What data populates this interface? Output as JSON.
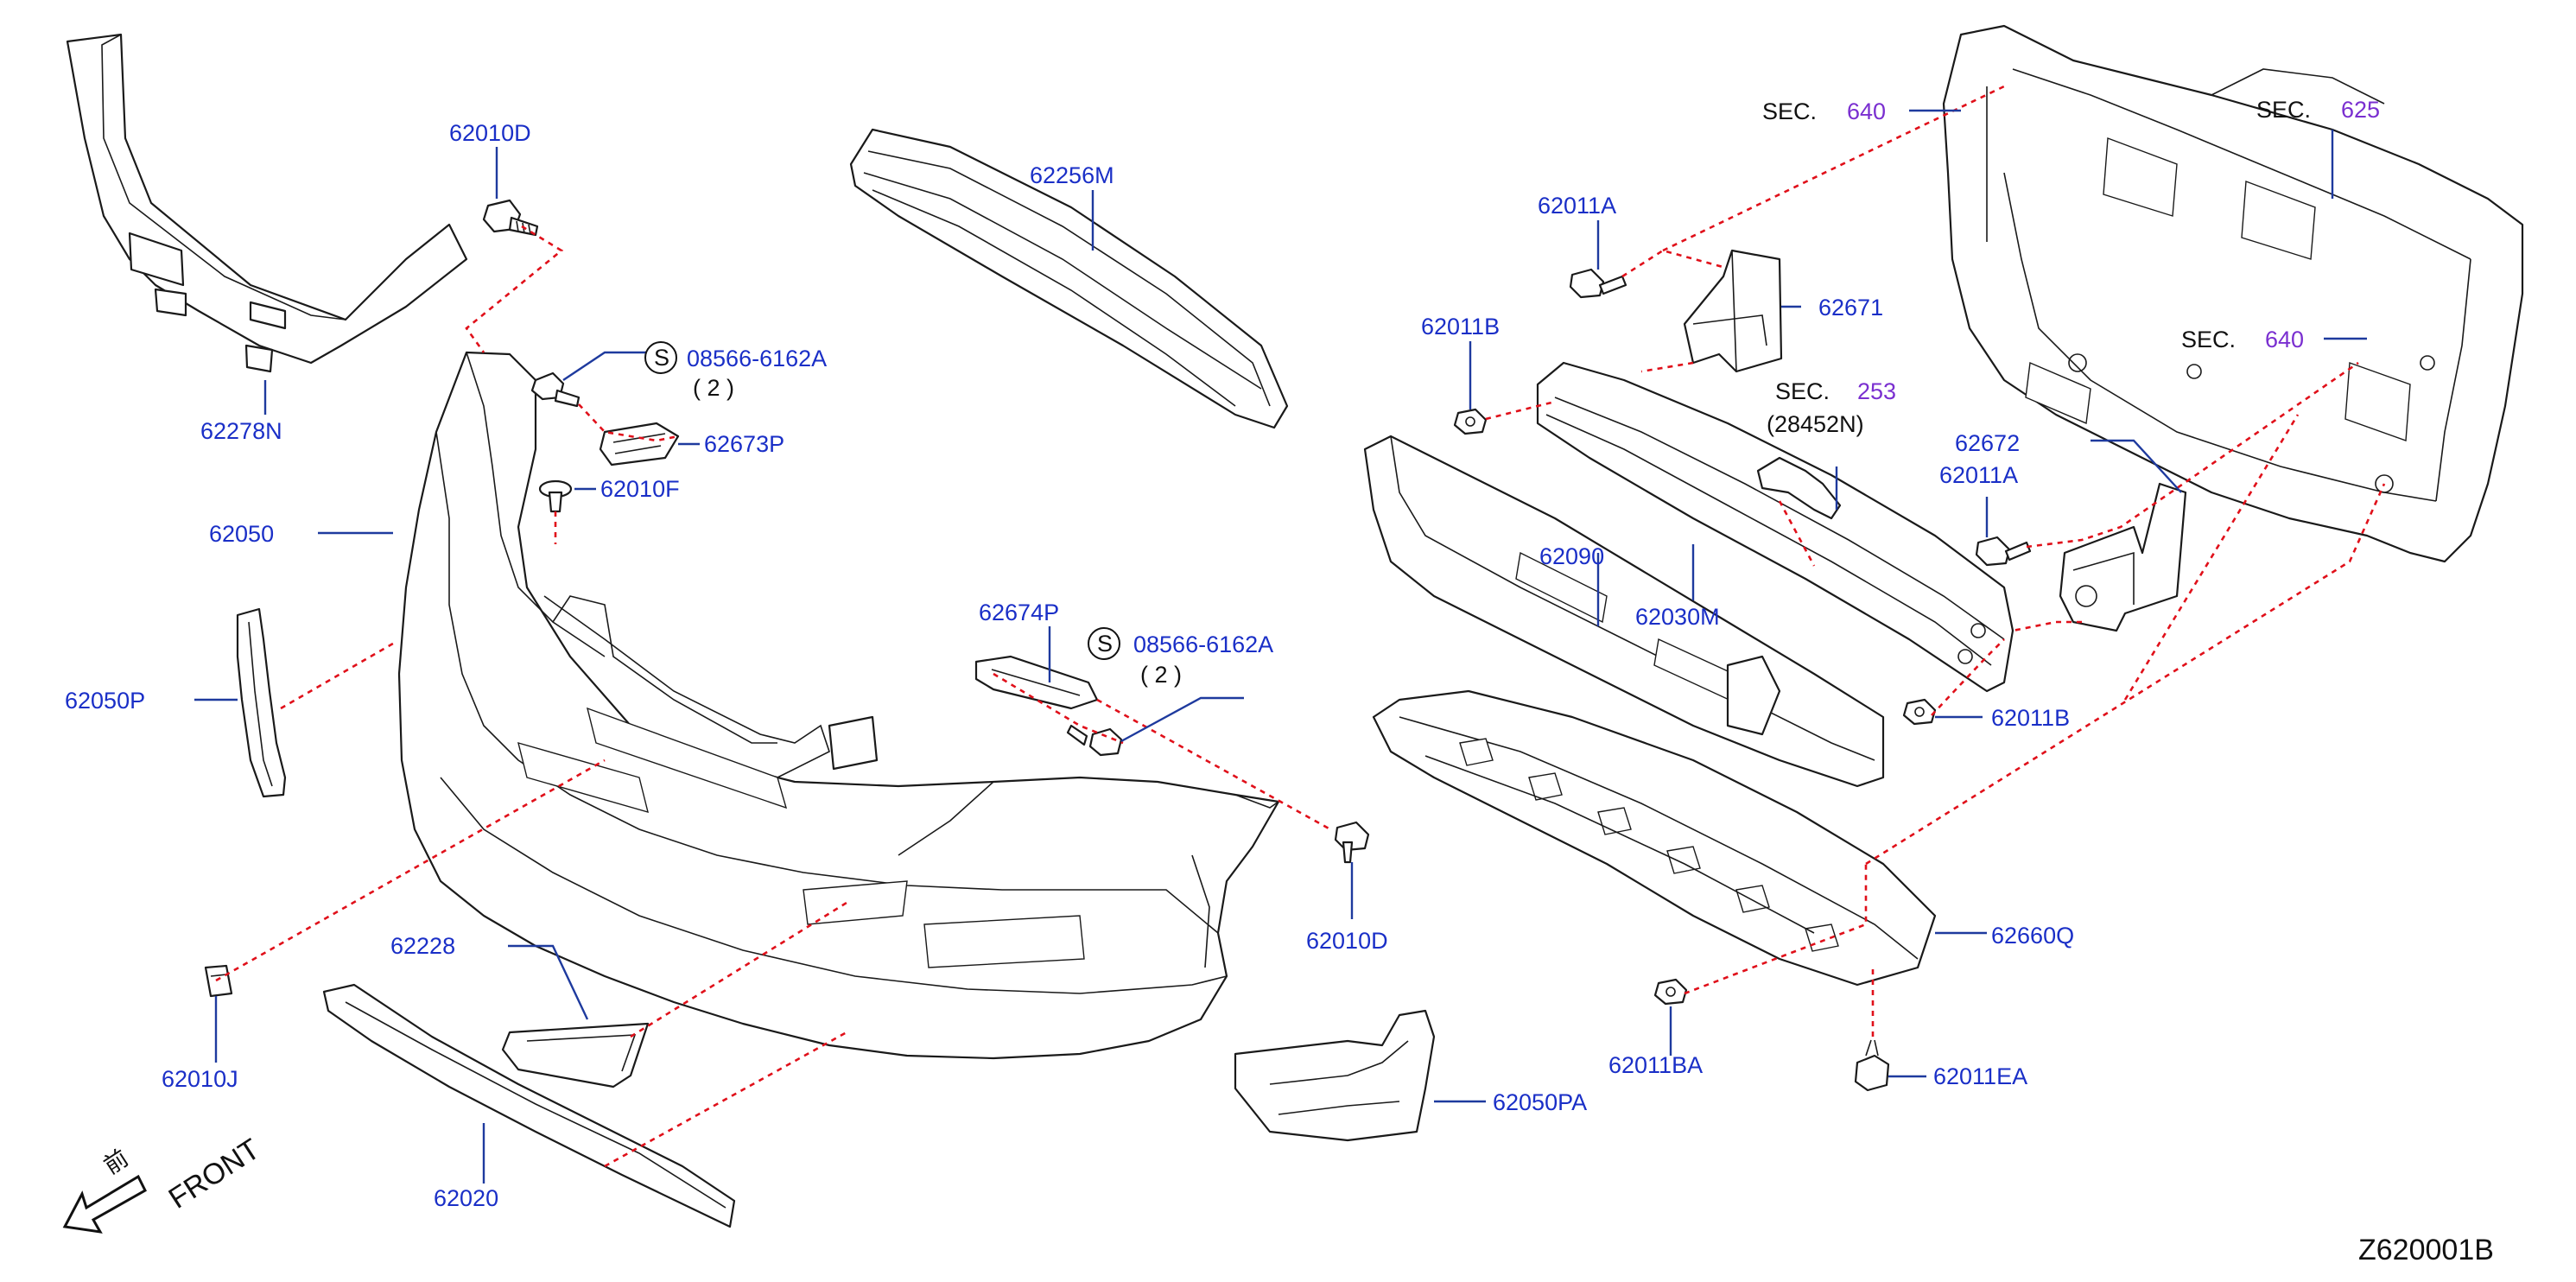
{
  "diagram_id": "Z620001B",
  "front_label": "FRONT",
  "front_kanji": "前",
  "s_symbol": "S",
  "parts": {
    "p62010D_top": "62010D",
    "p62278N": "62278N",
    "p08566_a": "08566-6162A",
    "p08566_a_qty": "( 2 )",
    "p62673P": "62673P",
    "p62010F": "62010F",
    "p62050": "62050",
    "p62050P": "62050P",
    "p62256M": "62256M",
    "p62674P": "62674P",
    "p08566_b": "08566-6162A",
    "p08566_b_qty": "( 2 )",
    "p62010D_bottom": "62010D",
    "p62228": "62228",
    "p62010J": "62010J",
    "p62020": "62020",
    "p62050PA": "62050PA",
    "p62011A_top": "62011A",
    "p62671": "62671",
    "p62011B_top": "62011B",
    "p62090": "62090",
    "p62030M": "62030M",
    "p62672": "62672",
    "p62011A_right": "62011A",
    "p62011B_right": "62011B",
    "p62660Q": "62660Q",
    "p62011BA": "62011BA",
    "p62011EA": "62011EA",
    "p28452N": "(28452N)"
  },
  "sections": {
    "sec640_top": {
      "prefix": "SEC.",
      "number": "640"
    },
    "sec625": {
      "prefix": "SEC.",
      "number": "625"
    },
    "sec640_right": {
      "prefix": "SEC.",
      "number": "640"
    },
    "sec253": {
      "prefix": "SEC.",
      "number": "253"
    }
  },
  "colors": {
    "part_label": "#1a2fc7",
    "section_number": "#7a2fd0",
    "dashed_reference": "#e0101a",
    "leader_line": "#1e3a9e",
    "line_art": "#1a1a1a"
  }
}
